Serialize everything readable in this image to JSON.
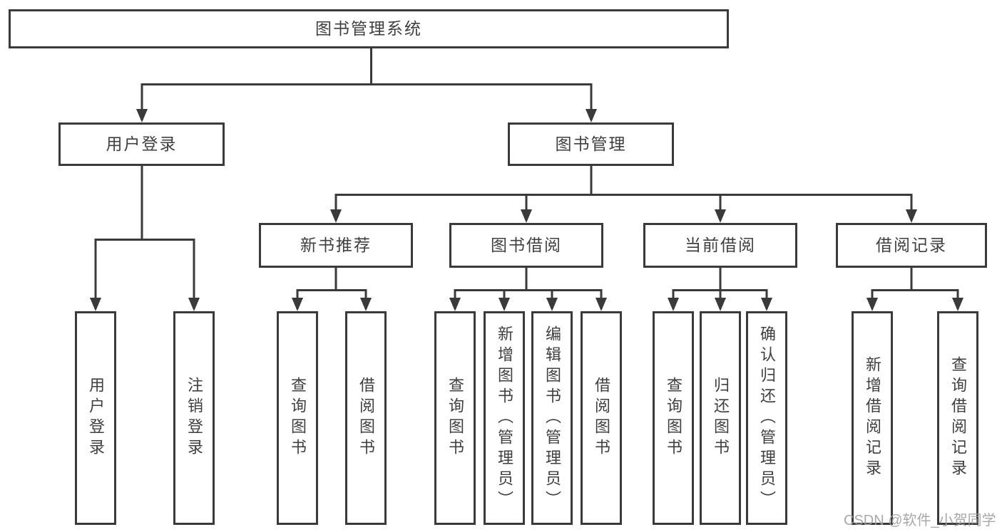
{
  "diagram": {
    "tree": {
      "label": "图书管理系统",
      "children": [
        {
          "label": "用户登录",
          "children": [
            {
              "label": "用户登录"
            },
            {
              "label": "注销登录"
            }
          ]
        },
        {
          "label": "图书管理",
          "children": [
            {
              "label": "新书推荐",
              "children": [
                {
                  "label": "查询图书"
                },
                {
                  "label": "借阅图书"
                }
              ]
            },
            {
              "label": "图书借阅",
              "children": [
                {
                  "label": "查询图书"
                },
                {
                  "label": "新增图书（管理员）"
                },
                {
                  "label": "编辑图书（管理员）"
                },
                {
                  "label": "借阅图书"
                }
              ]
            },
            {
              "label": "当前借阅",
              "children": [
                {
                  "label": "查询图书"
                },
                {
                  "label": "归还图书"
                },
                {
                  "label": "确认归还（管理员）"
                }
              ]
            },
            {
              "label": "借阅记录",
              "children": [
                {
                  "label": "新增借阅记录"
                },
                {
                  "label": "查询借阅记录"
                }
              ]
            }
          ]
        }
      ]
    },
    "colors": {
      "line": "#3a3a3a",
      "box_border": "#3a3a3a",
      "text": "#3f3f3f",
      "watermark": "#9e9e9e",
      "background": "#ffffff"
    }
  },
  "watermark": {
    "text": "CSDN @软件_小贺同学"
  }
}
